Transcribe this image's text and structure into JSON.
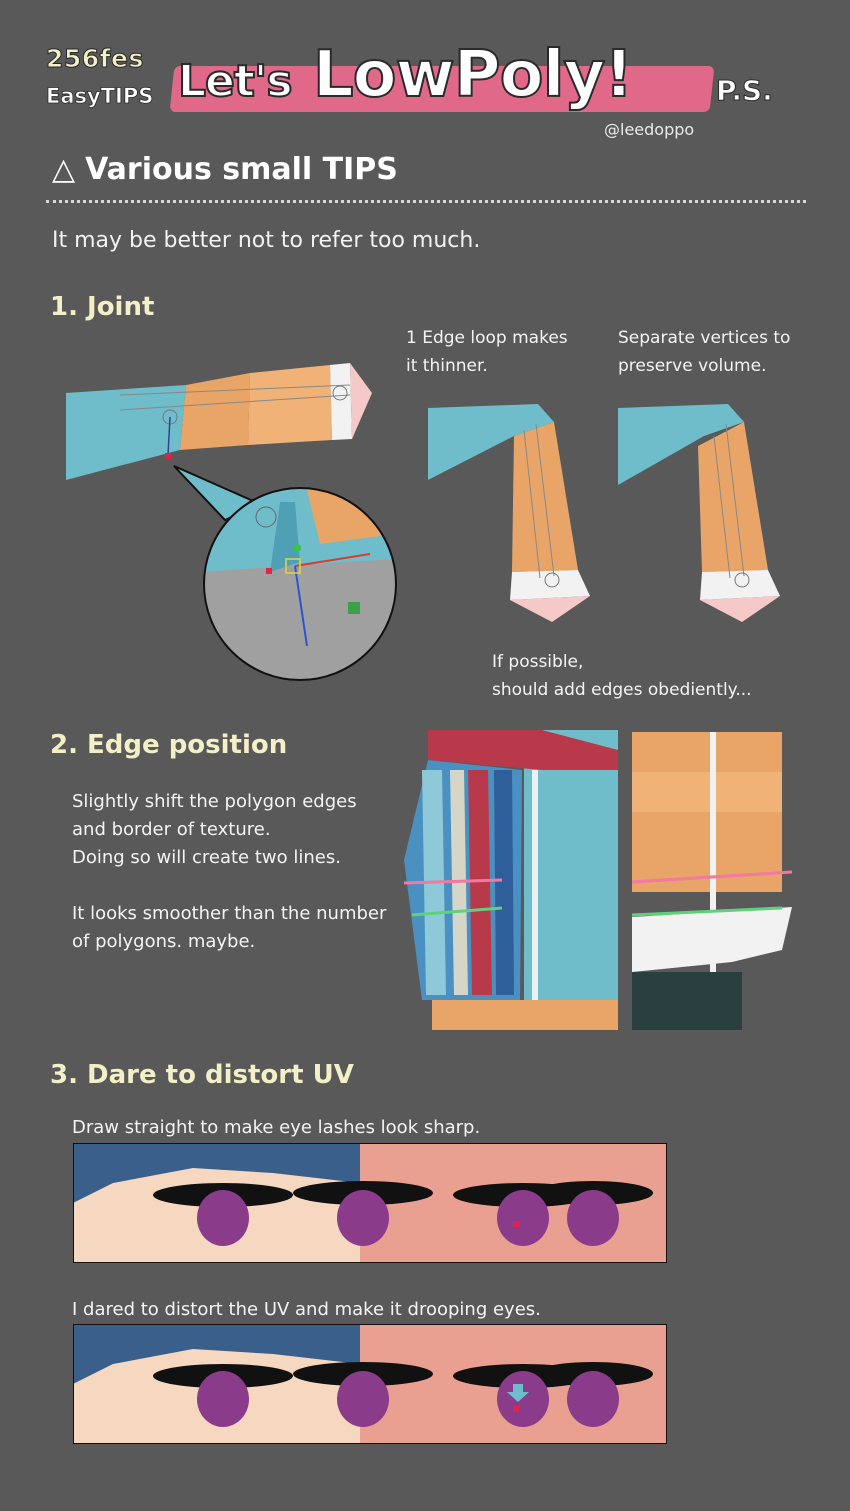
{
  "header": {
    "brand_top": "256fes",
    "brand_bottom": "EasyTIPS",
    "title_prefix": "Let's",
    "title_main": "LowPoly",
    "title_bang": "!",
    "ps": "P.S.",
    "handle": "@leedoppo"
  },
  "section": {
    "icon": "triangle-outline-icon",
    "title": "Various small TIPS",
    "intro": "It may be better not to refer too much."
  },
  "tips": [
    {
      "heading": "1. Joint",
      "captions": [
        "1 Edge loop makes",
        "it thinner.",
        "Separate vertices to",
        "preserve volume."
      ],
      "note": [
        "If possible,",
        "should add edges obediently..."
      ]
    },
    {
      "heading": "2.  Edge position",
      "text": [
        "Slightly shift the polygon edges",
        "and border of texture.",
        "Doing so will create two lines.",
        "",
        "It looks smoother than the number",
        "of polygons. maybe."
      ]
    },
    {
      "heading": "3. Dare to distort UV",
      "caption_1": "Draw straight to make eye lashes look sharp.",
      "caption_2": "I dared to distort the UV and make it drooping eyes."
    }
  ],
  "colors": {
    "background": "#595959",
    "heading": "#f3efc6",
    "title_band": "#e0698a",
    "cloth": "#6fbccb",
    "skin": "#e9a567",
    "edge_pink": "#f07aa0",
    "edge_green": "#5fd17a",
    "eye": "#8a3c8a"
  }
}
